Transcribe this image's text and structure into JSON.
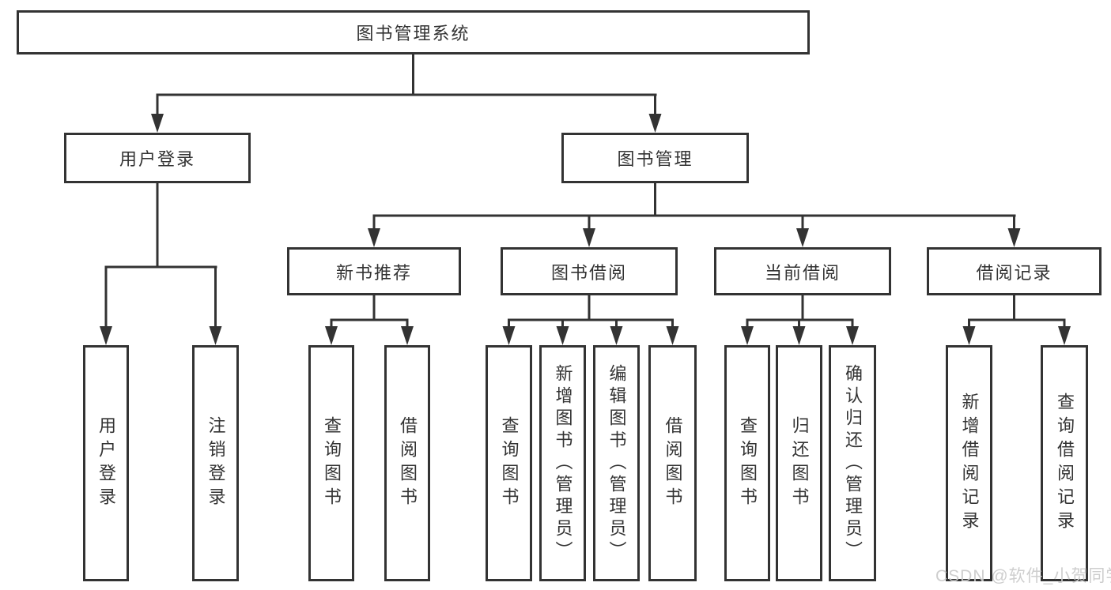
{
  "colors": {
    "line": "#333333",
    "box_border": "#333333",
    "text": "#333333",
    "background": "#ffffff",
    "watermark": "#cbcbcb"
  },
  "nodes": {
    "root": "图书管理系统",
    "user_login": "用户登录",
    "book_mgmt": "图书管理",
    "new_book_rec": "新书推荐",
    "book_borrow": "图书借阅",
    "current_borrow": "当前借阅",
    "borrow_records": "借阅记录",
    "leaf_user_login": "用户登录",
    "leaf_logout": "注销登录",
    "leaf_nbr_query": "查询图书",
    "leaf_nbr_borrow": "借阅图书",
    "leaf_bb_query": "查询图书",
    "leaf_bb_add": "新增图书（管理员）",
    "leaf_bb_edit": "编辑图书（管理员）",
    "leaf_bb_borrow": "借阅图书",
    "leaf_cb_query": "查询图书",
    "leaf_cb_return": "归还图书",
    "leaf_cb_confirm": "确认归还（管理员）",
    "leaf_br_add": "新增借阅记录",
    "leaf_br_query": "查询借阅记录"
  },
  "edges": [
    {
      "parent": "图书管理系统",
      "children": [
        "用户登录",
        "图书管理"
      ]
    },
    {
      "parent": "用户登录",
      "children": [
        "用户登录",
        "注销登录"
      ]
    },
    {
      "parent": "图书管理",
      "children": [
        "新书推荐",
        "图书借阅",
        "当前借阅",
        "借阅记录"
      ]
    },
    {
      "parent": "新书推荐",
      "children": [
        "查询图书",
        "借阅图书"
      ]
    },
    {
      "parent": "图书借阅",
      "children": [
        "查询图书",
        "新增图书（管理员）",
        "编辑图书（管理员）",
        "借阅图书"
      ]
    },
    {
      "parent": "当前借阅",
      "children": [
        "查询图书",
        "归还图书",
        "确认归还（管理员）"
      ]
    },
    {
      "parent": "借阅记录",
      "children": [
        "新增借阅记录",
        "查询借阅记录"
      ]
    }
  ],
  "watermark": "CSDN @软件_小贺同学"
}
